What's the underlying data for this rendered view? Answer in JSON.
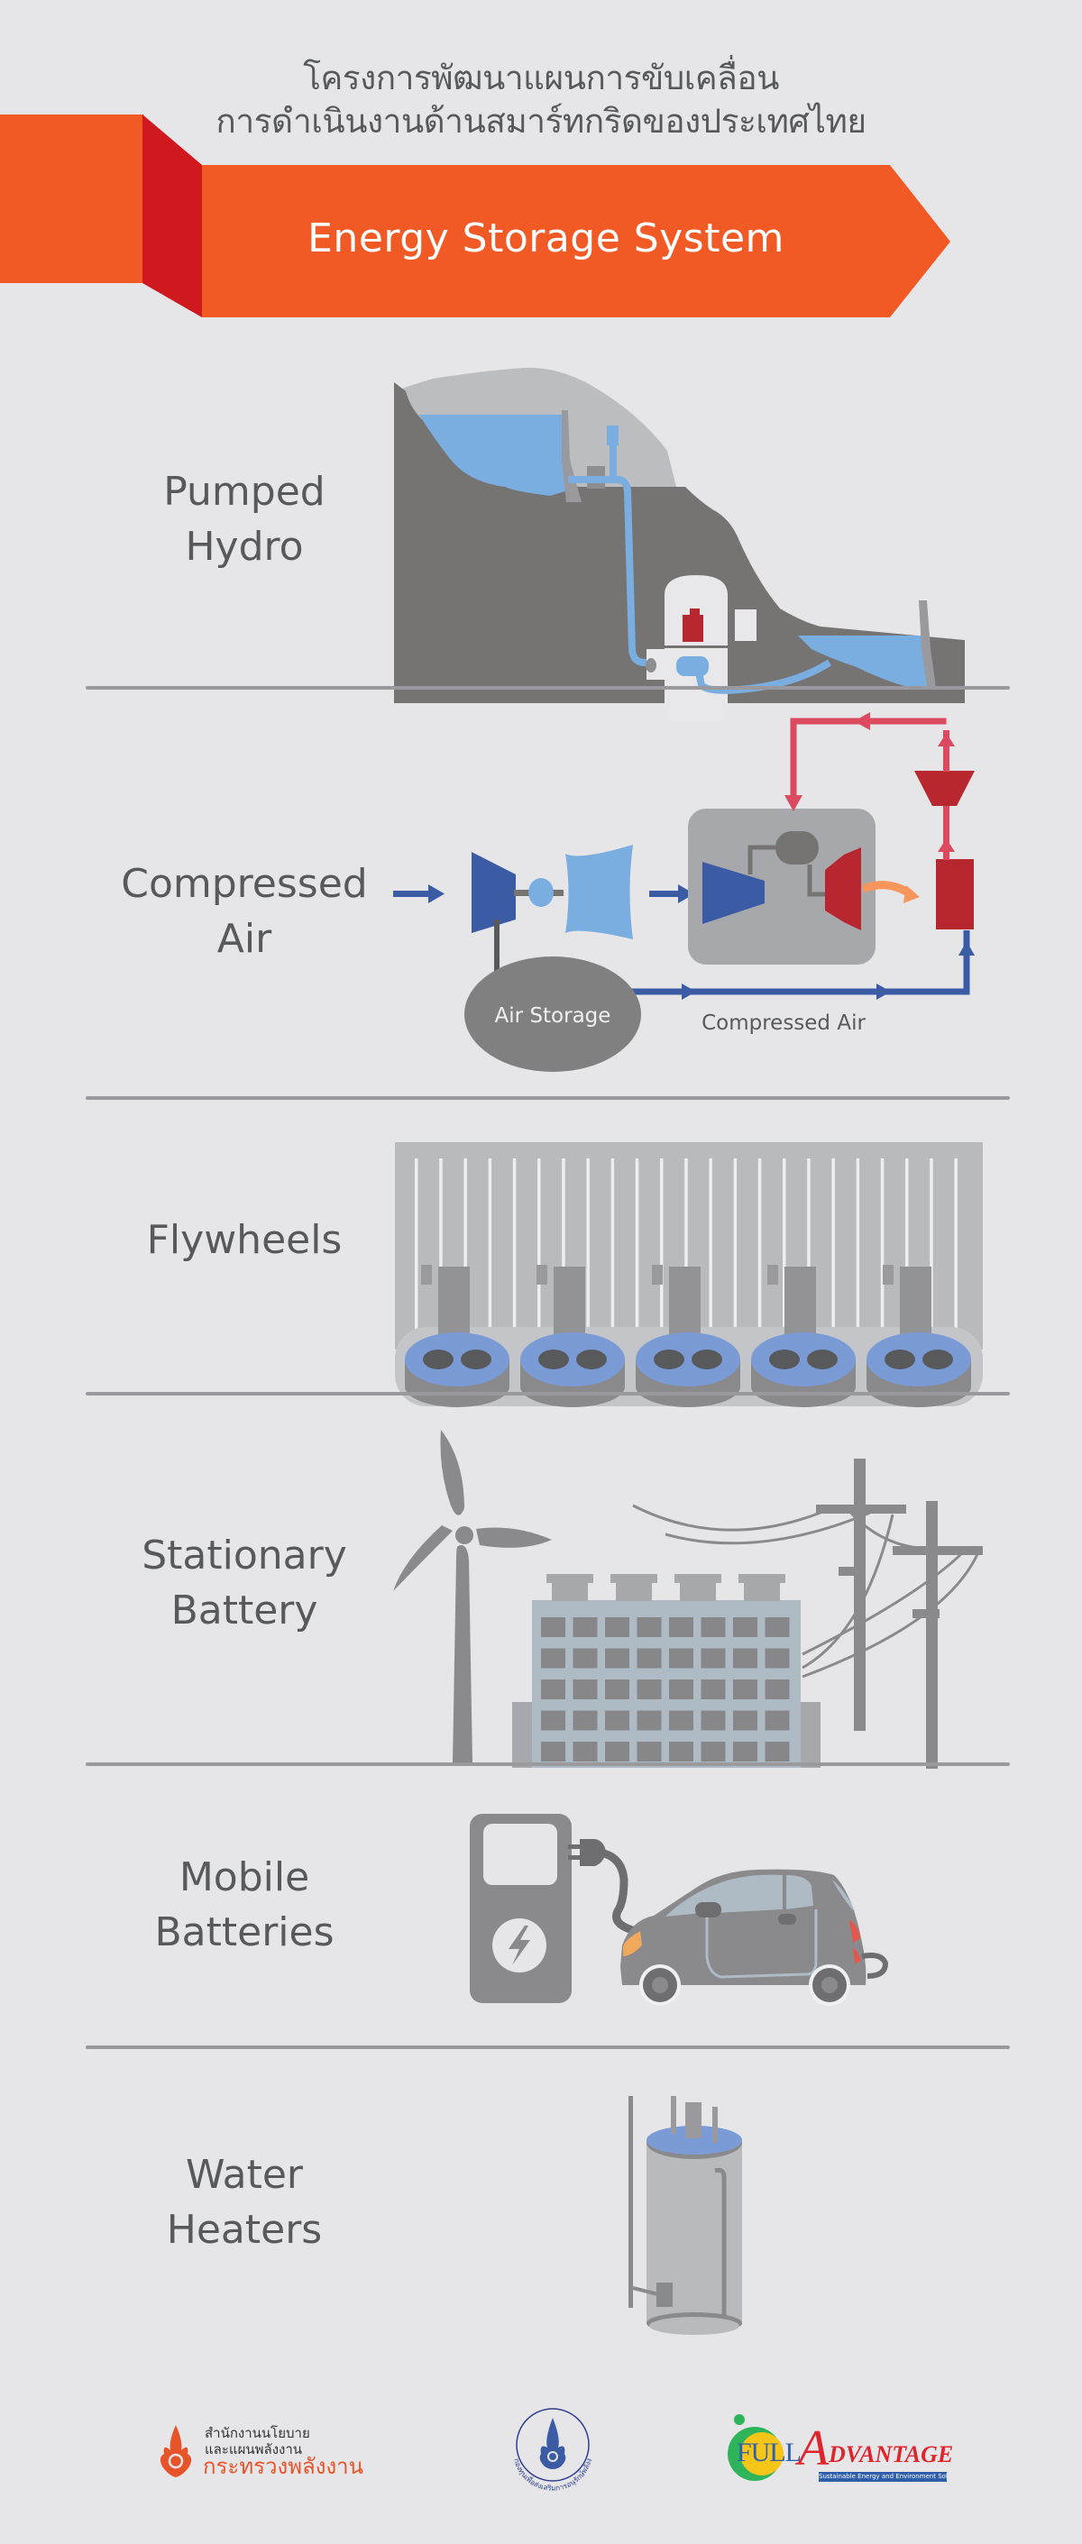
{
  "header": {
    "title_line1": "โครงการพัฒนาแผนการขับเคลื่อน",
    "title_line2": "การดำเนินงานด้านสมาร์ทกริดของประเทศไทย",
    "banner_label": "Energy Storage System"
  },
  "colors": {
    "background": "#e6e6e8",
    "banner_orange": "#f15a24",
    "banner_red": "#d0181f",
    "label_text": "#58595b",
    "divider": "#9a9a9e",
    "water_blue": "#7aade0",
    "flow_blue": "#3b5ba5",
    "flow_red": "#dc4a5f",
    "machine_red": "#b8272f"
  },
  "sections": [
    {
      "id": "pumped-hydro",
      "line1": "Pumped",
      "line2": "Hydro"
    },
    {
      "id": "compressed-air",
      "line1": "Compressed",
      "line2": "Air",
      "diagram": {
        "storage_label": "Air Storage",
        "flow_label": "Compressed Air"
      }
    },
    {
      "id": "flywheels",
      "line1": "Flywheels",
      "line2": ""
    },
    {
      "id": "stationary-battery",
      "line1": "Stationary",
      "line2": "Battery"
    },
    {
      "id": "mobile-batteries",
      "line1": "Mobile",
      "line2": "Batteries"
    },
    {
      "id": "water-heaters",
      "line1": "Water",
      "line2": "Heaters"
    }
  ],
  "footer": {
    "logo1": {
      "line1": "สำนักงานนโยบาย",
      "line2": "และแผนพลังงาน",
      "line3": "กระทรวงพลังงาน"
    },
    "logo2": {
      "ring_text": "กองทุนเพื่อส่งเสริมการอนุรักษ์พลังงาน"
    },
    "logo3": {
      "word1": "FULL",
      "word2_initial": "A",
      "word2_rest": "DVANTAGE",
      "tagline": "Sustainable Energy and Environment Solutions"
    }
  }
}
